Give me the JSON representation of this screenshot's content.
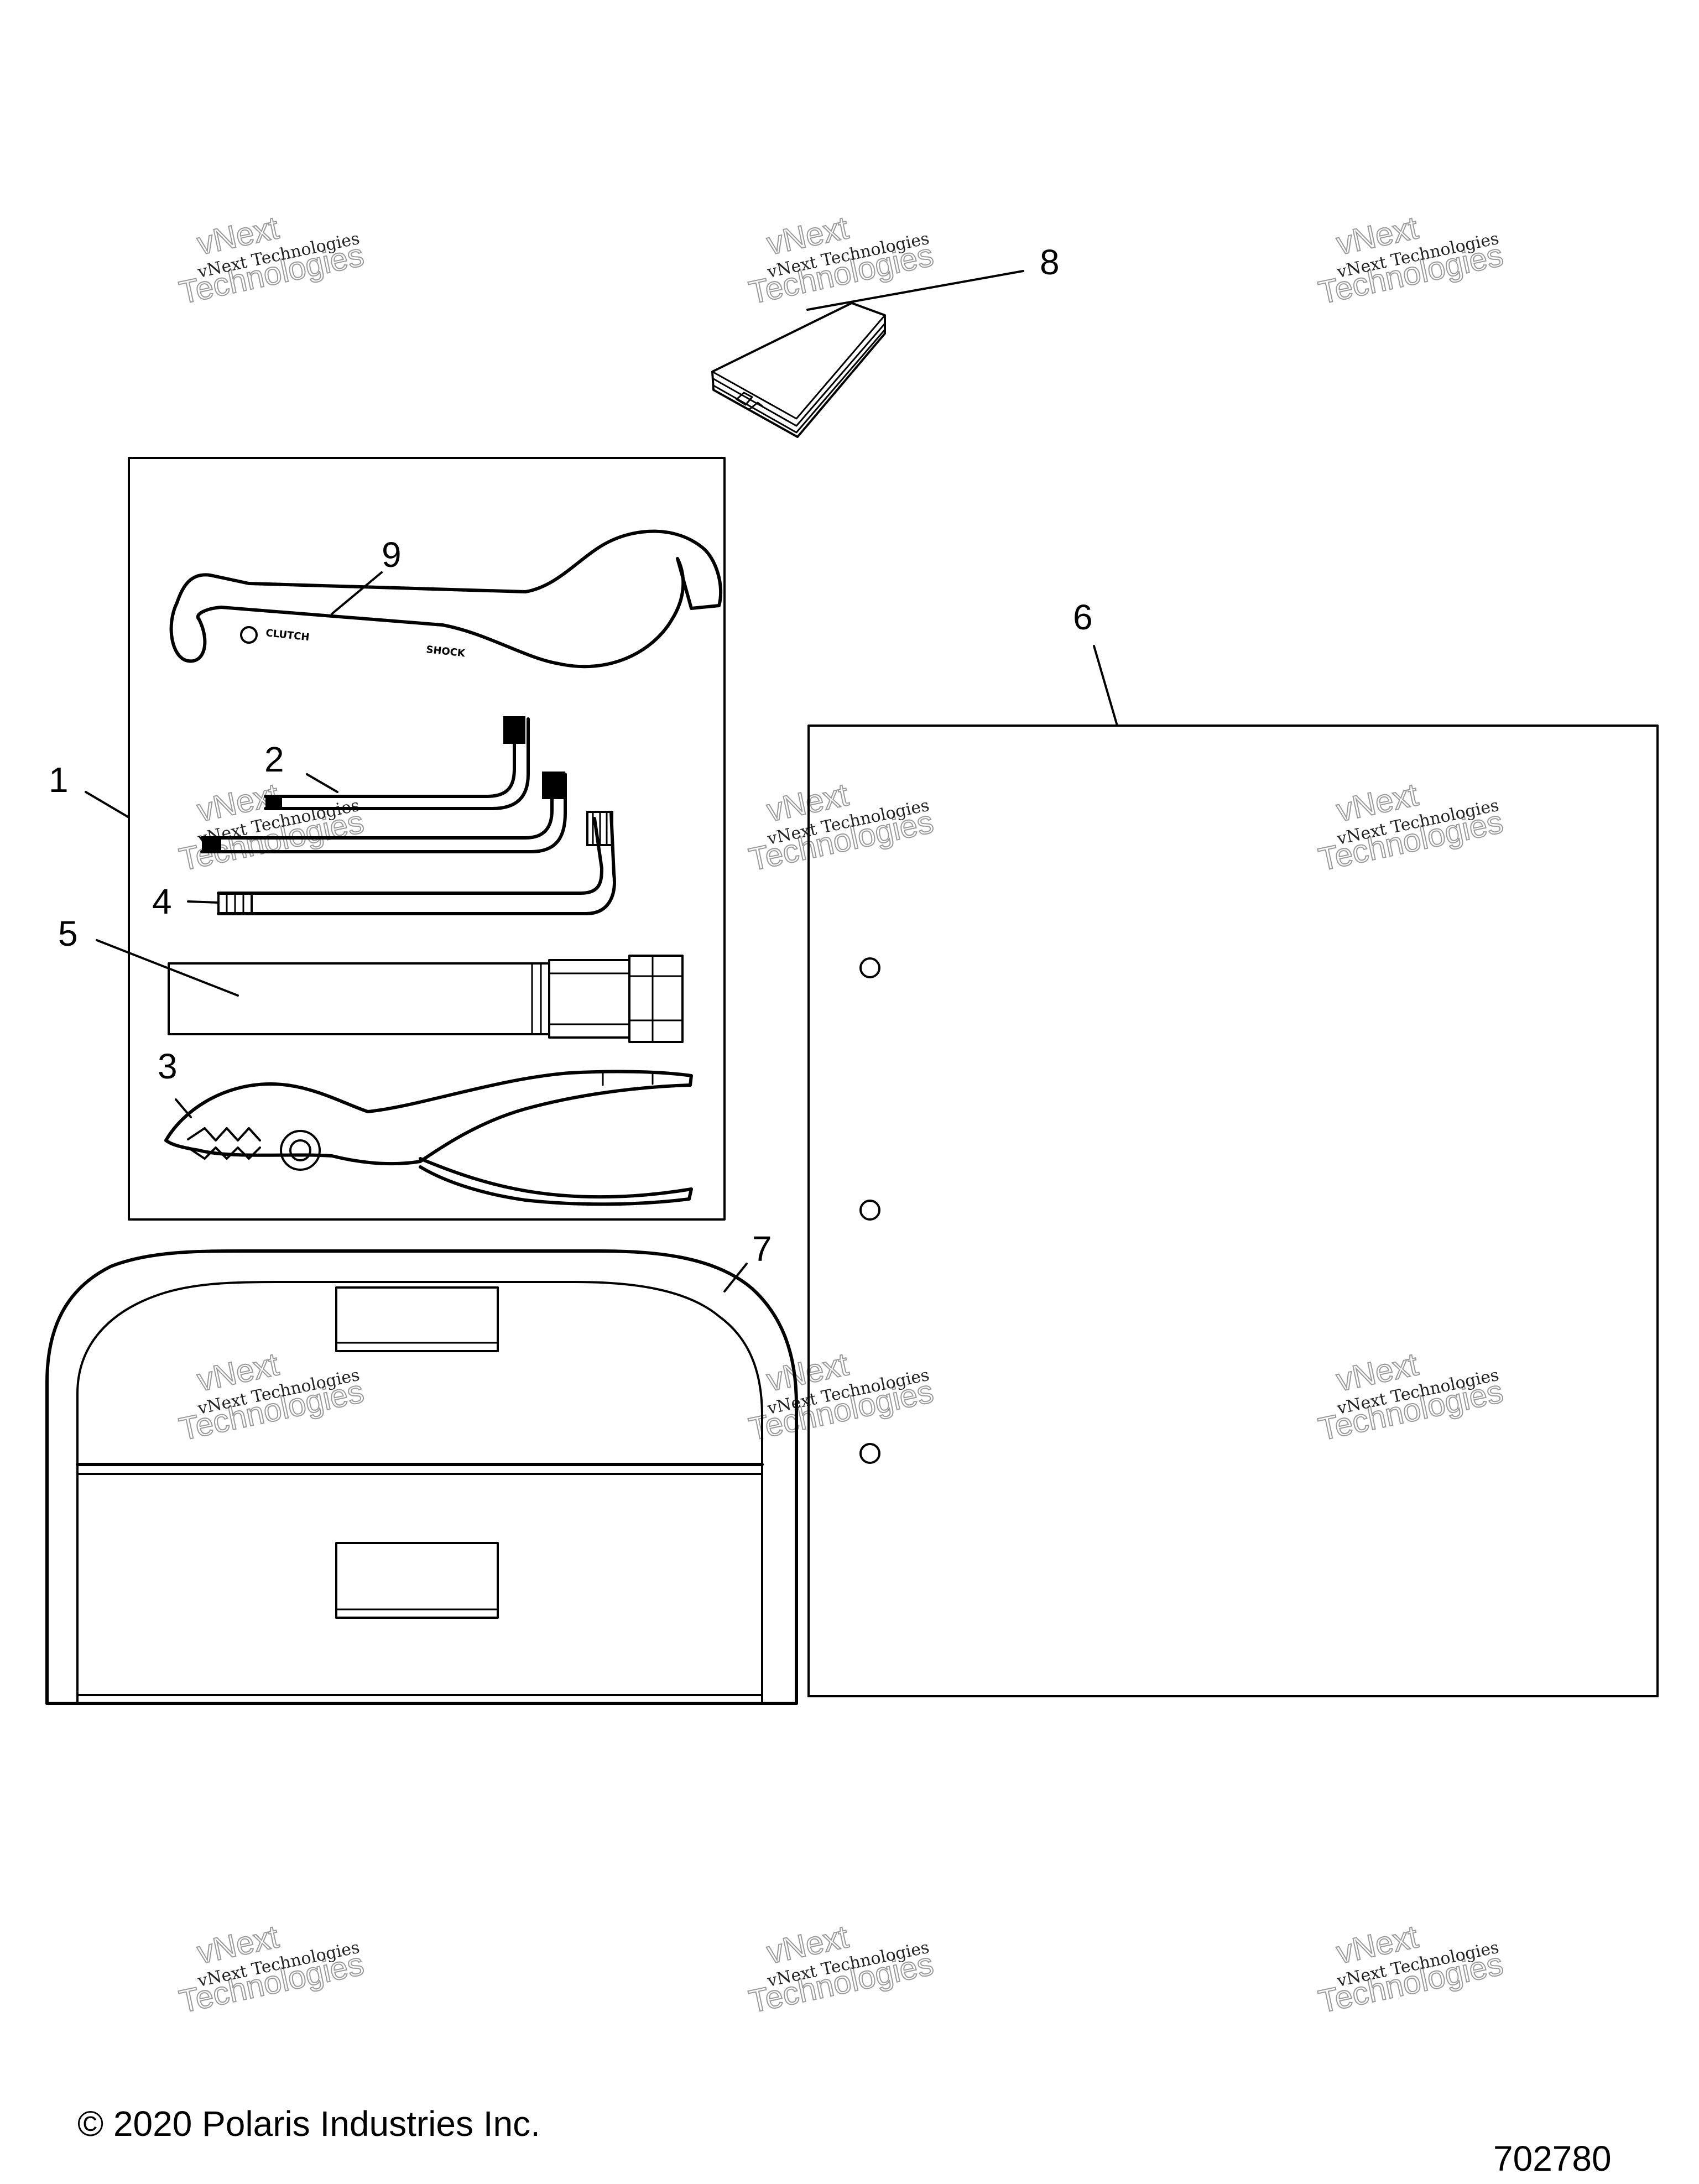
{
  "callouts": {
    "c1": "1",
    "c2": "2",
    "c3": "3",
    "c4": "4",
    "c5": "5",
    "c6": "6",
    "c7": "7",
    "c8": "8",
    "c9": "9"
  },
  "wrench_labels": {
    "clutch": "CLUTCH",
    "shock": "SHOCK"
  },
  "watermark": {
    "line1": "vNext Technologies",
    "line2": "vNext",
    "line3": "Technologies"
  },
  "footer": {
    "copyright": "© 2020 Polaris Industries Inc.",
    "diagram_number": "702780"
  }
}
